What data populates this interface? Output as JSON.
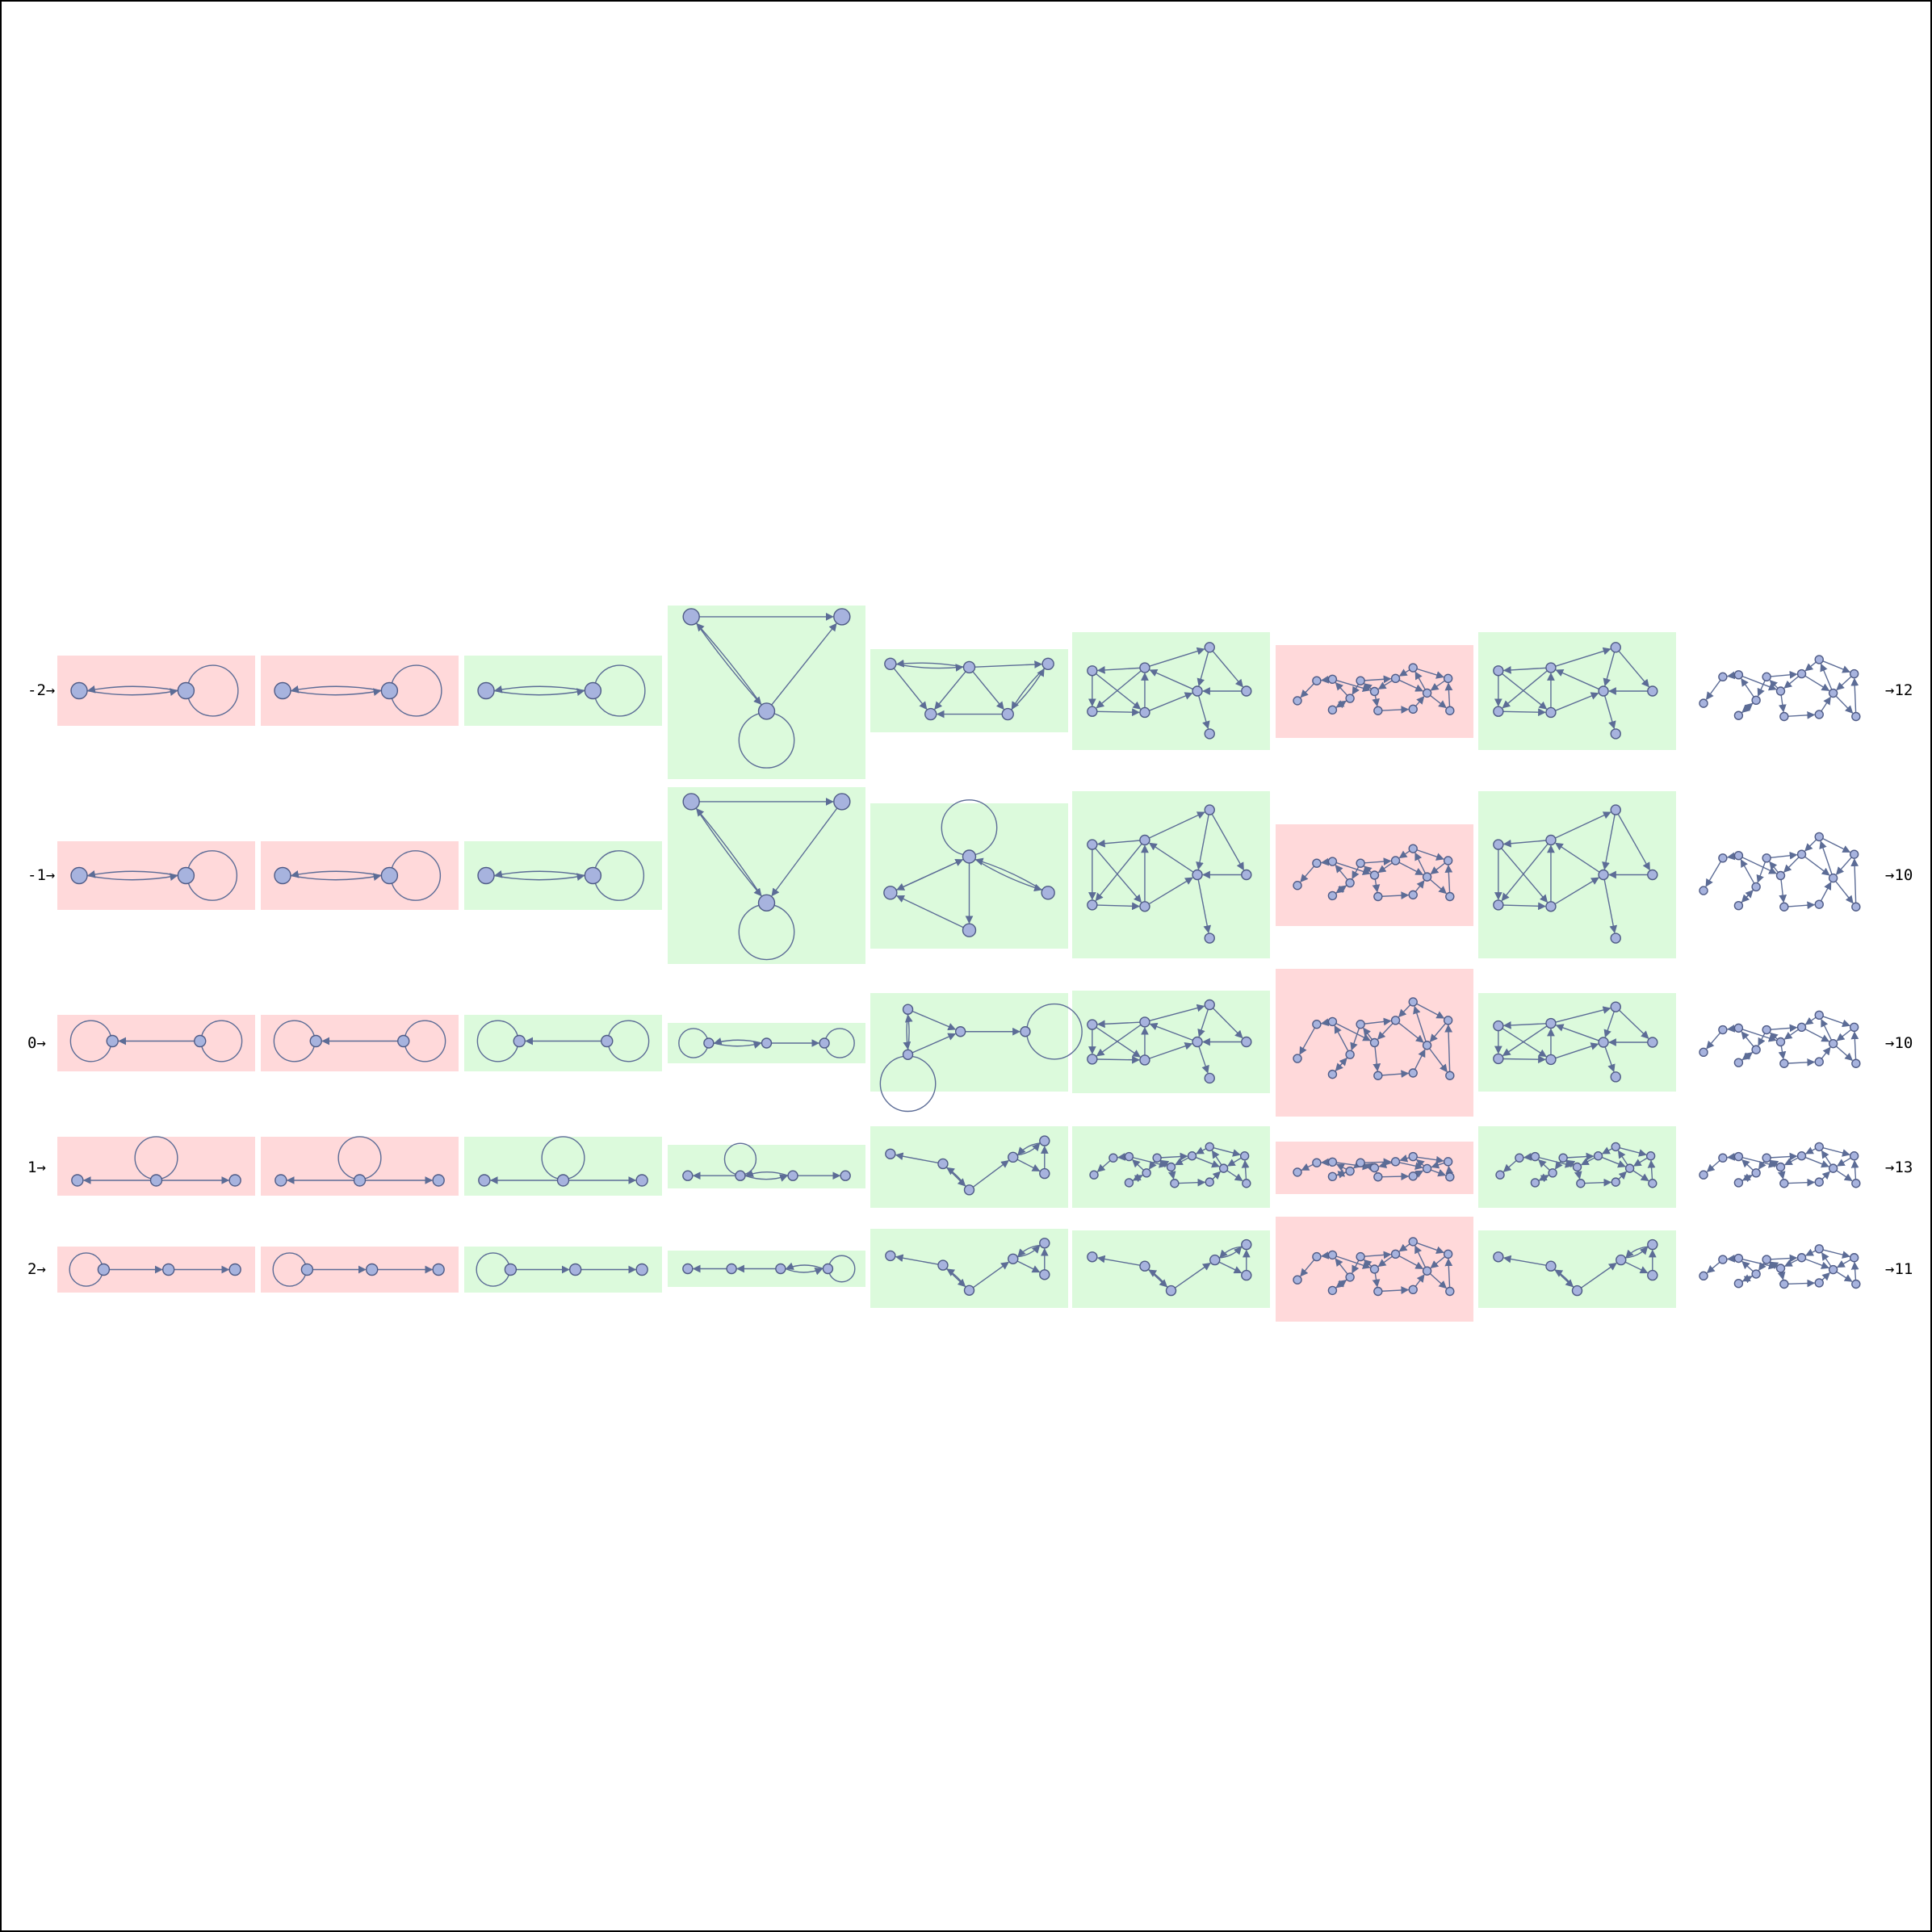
{
  "colors": {
    "red_panel": "#ffd9da",
    "green_panel": "#dcfadc",
    "edge": "#5c6c96",
    "node_fill": "#a7b3de",
    "node_stroke": "#4f5b86"
  },
  "rows": [
    {
      "left_label": "-2→",
      "right_label": "→12",
      "panel_colors": [
        "red",
        "red",
        "green",
        "green",
        "green",
        "green",
        "red",
        "green",
        "none"
      ]
    },
    {
      "left_label": "-1→",
      "right_label": "→10",
      "panel_colors": [
        "red",
        "red",
        "green",
        "green",
        "green",
        "green",
        "red",
        "green",
        "none"
      ]
    },
    {
      "left_label": "0→",
      "right_label": "→10",
      "panel_colors": [
        "red",
        "red",
        "green",
        "green",
        "green",
        "green",
        "red",
        "green",
        "none"
      ]
    },
    {
      "left_label": "1→",
      "right_label": "→13",
      "panel_colors": [
        "red",
        "red",
        "green",
        "green",
        "green",
        "green",
        "red",
        "green",
        "none"
      ]
    },
    {
      "left_label": "2→",
      "right_label": "→11",
      "panel_colors": [
        "red",
        "red",
        "green",
        "green",
        "green",
        "green",
        "red",
        "green",
        "none"
      ]
    }
  ]
}
